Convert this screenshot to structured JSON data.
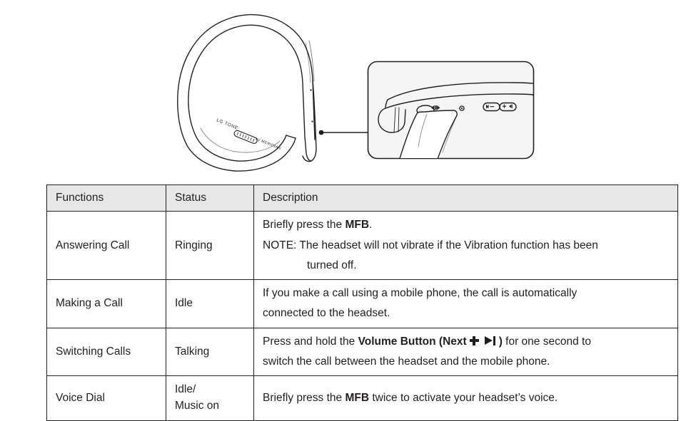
{
  "illustration": {
    "product_name": "LG TONE",
    "brand_marks": [
      "LG TONE",
      "MERIDIAN"
    ],
    "callout": {
      "label": "headset-button-detail",
      "description": "Close-up detail of a finger pressing the call button on the neckband earbud",
      "box_fill": "#f5f5f5",
      "box_border": "#231f20"
    },
    "line_color": "#231f20"
  },
  "table": {
    "headers": {
      "functions": "Functions",
      "status": "Status",
      "description": "Description"
    },
    "header_bg": "#e7e7e7",
    "border_color": "#231f20",
    "rows": [
      {
        "function": "Answering Call",
        "status": "Ringing",
        "description_lines": [
          {
            "pre": "Briefly press the ",
            "bold": "MFB",
            "post": "."
          },
          {
            "pre": "NOTE: The headset will not vibrate if the Vibration function has been",
            "bold": "",
            "post": ""
          },
          {
            "indent": true,
            "pre": "turned off.",
            "bold": "",
            "post": ""
          }
        ]
      },
      {
        "function": "Making a Call",
        "status": "Idle",
        "description_lines": [
          {
            "pre": "If you make a call using a mobile phone, the call is automatically",
            "bold": "",
            "post": ""
          },
          {
            "pre": "connected to the headset.",
            "bold": "",
            "post": ""
          }
        ]
      },
      {
        "function": "Switching Calls",
        "status": "Talking",
        "description_lines": [
          {
            "pre": "Press and hold the ",
            "bold": "Volume Button (Next",
            "glyphs": [
              "plus-icon",
              "next-track-icon"
            ],
            "bold2": ")",
            "post": " for one second to"
          },
          {
            "pre": "switch the call between the headset and the mobile phone.",
            "bold": "",
            "post": ""
          }
        ]
      },
      {
        "function": "Voice Dial",
        "status_line_1": "Idle/",
        "status_line_2": "Music on",
        "status": "Idle/ Music on",
        "description_lines": [
          {
            "pre": "Briefly press the ",
            "bold": "MFB",
            "post": " twice to activate your headset’s voice."
          }
        ]
      }
    ]
  }
}
